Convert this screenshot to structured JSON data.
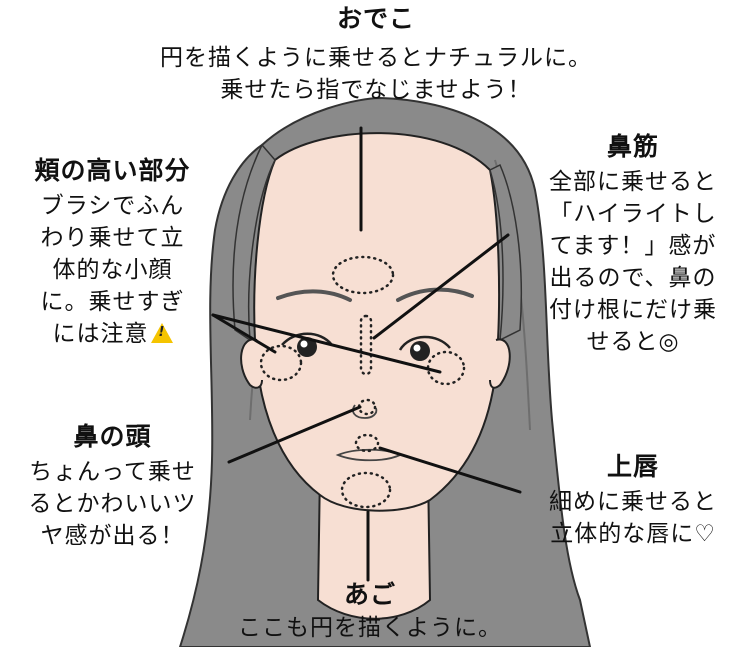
{
  "forehead": {
    "title": "おでこ",
    "lines": [
      "円を描くように乗せるとナチュラルに。",
      "乗せたら指でなじませよう！"
    ]
  },
  "nose_bridge": {
    "title": "鼻筋",
    "lines": [
      "全部に乗せると",
      "「ハイライトし",
      "てます！」感が",
      "出るので、鼻の",
      "付け根にだけ乗",
      "せると◎"
    ]
  },
  "cheek": {
    "title": "頬の高い部分",
    "lines": [
      "ブラシでふん",
      "わり乗せて立",
      "体的な小顔",
      "に。乗せすぎ",
      "には注意"
    ],
    "warning_icon": "warning-triangle-icon"
  },
  "nose_tip": {
    "title": "鼻の頭",
    "lines": [
      "ちょんって乗せ",
      "るとかわいいツ",
      "ヤ感が出る！"
    ]
  },
  "upper_lip": {
    "title": "上唇",
    "lines": [
      "細めに乗せると",
      "立体的な唇に♡"
    ]
  },
  "chin": {
    "title": "あご",
    "lines": [
      "ここも円を描くように。"
    ]
  },
  "colors": {
    "hair": "#8a8a8a",
    "hair_dark": "#6e6e6e",
    "skin": "#f7dfd3",
    "outline": "#222222",
    "warning": "#f5c400"
  }
}
